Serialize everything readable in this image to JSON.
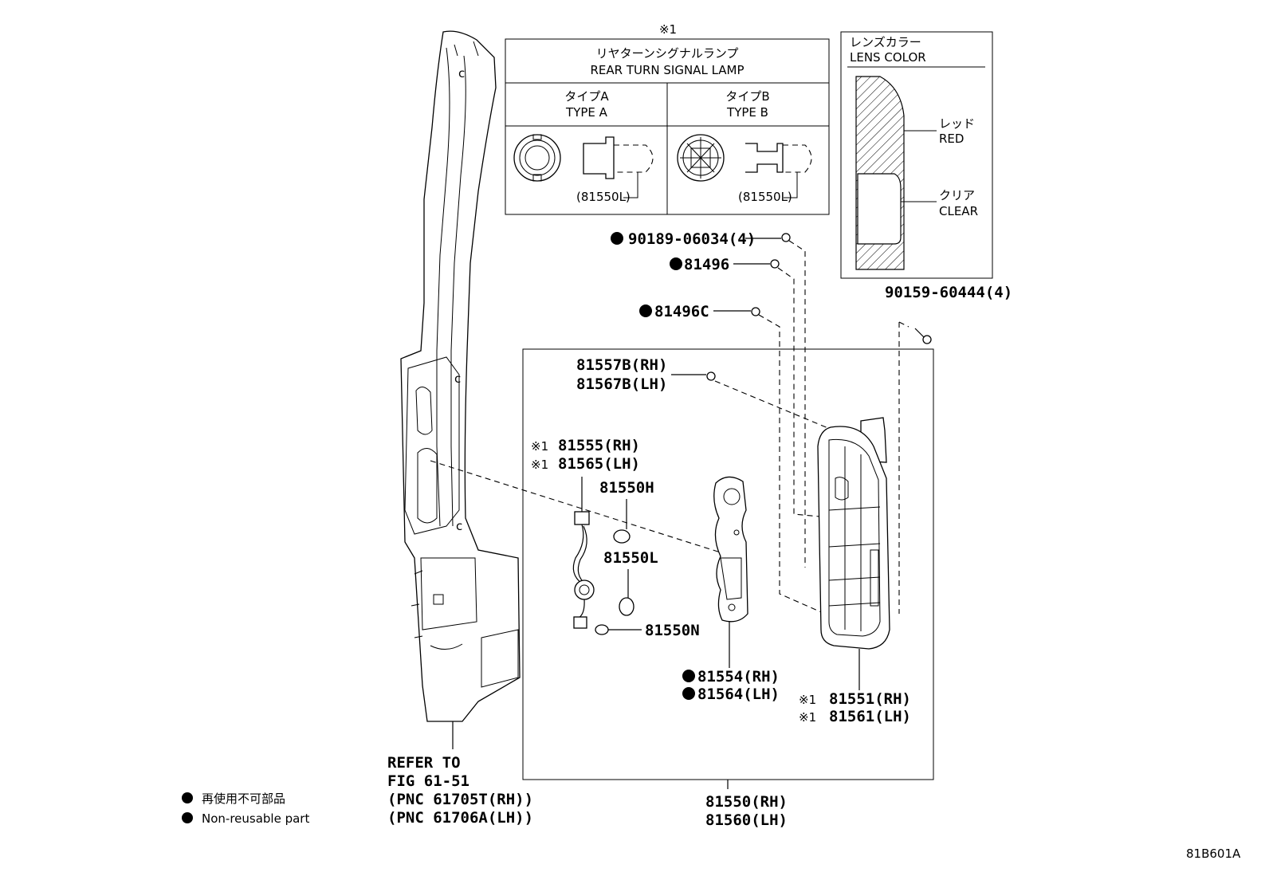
{
  "inset_lamp": {
    "ref_mark": "※1",
    "title_jp": "リヤターンシグナルランプ",
    "title_en": "REAR TURN SIGNAL LAMP",
    "type_a_jp": "タイプA",
    "type_a_en": "TYPE A",
    "type_b_jp": "タイプB",
    "type_b_en": "TYPE B",
    "bulb_a": "(81550L)",
    "bulb_b": "(81550L)"
  },
  "inset_lens": {
    "title_jp": "レンズカラー",
    "title_en": "LENS COLOR",
    "red_jp": "レッド",
    "red_en": "RED",
    "clear_jp": "クリア",
    "clear_en": "CLEAR"
  },
  "callouts": {
    "p90189": "90189-06034(4)",
    "p81496": "81496",
    "p81496c": "81496C",
    "p90159": "90159-60444(4)",
    "p81557b": "81557B(RH)",
    "p81567b": "81567B(LH)",
    "p81555": "81555(RH)",
    "p81565": "81565(LH)",
    "p81555_mark": "※1",
    "p81565_mark": "※1",
    "p81550h": "81550H",
    "p81550l": "81550L",
    "p81550n": "81550N",
    "p81554": "81554(RH)",
    "p81564": "81564(LH)",
    "p81551": "81551(RH)",
    "p81561": "81561(LH)",
    "p81551_mark": "※1",
    "p81561_mark": "※1",
    "p81550": "81550(RH)",
    "p81560": "81560(LH)"
  },
  "refer": {
    "line1": "REFER TO",
    "line2": "FIG 61-51",
    "line3": "(PNC 61705T(RH))",
    "line4": "(PNC 61706A(LH))"
  },
  "legend": {
    "jp": "再使用不可部品",
    "en": "Non-reusable part"
  },
  "diagram_id": "81B601A"
}
